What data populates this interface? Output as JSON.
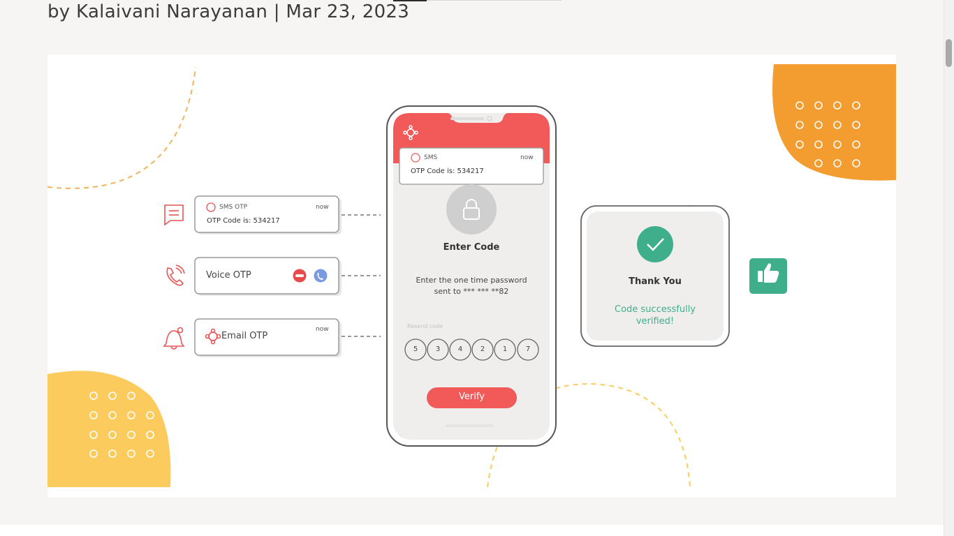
{
  "byline": {
    "author": "by Kalaivani Narayanan",
    "separator": "|",
    "date": "Mar 23, 2023"
  },
  "figure": {
    "cards": {
      "sms": {
        "app": "SMS OTP",
        "time": "now",
        "message": "OTP Code is: 534217",
        "icon": "message-icon"
      },
      "voice": {
        "label": "Voice OTP",
        "icon": "phone-icon"
      },
      "email": {
        "label": "Email OTP",
        "time": "now",
        "icon": "bell-icon"
      }
    },
    "phone": {
      "notification": {
        "app": "SMS",
        "time": "now",
        "message": "OTP Code is: 534217"
      },
      "title": "Enter Code",
      "instruction_line1": "Enter the one time password",
      "instruction_line2": "sent to *** *** **82",
      "resend": "Resend code",
      "digits": [
        "5",
        "3",
        "4",
        "2",
        "1",
        "7"
      ],
      "verify_label": "Verify"
    },
    "success": {
      "title": "Thank You",
      "line1": "Code successfully",
      "line2": "verified!",
      "icon": "check-icon"
    },
    "thumbs_icon": "thumbs-up-icon",
    "colors": {
      "brand_red": "#f25a5a",
      "orange": "#f39c2f",
      "yellow": "#fccb5e",
      "green": "#3fae8a"
    }
  }
}
